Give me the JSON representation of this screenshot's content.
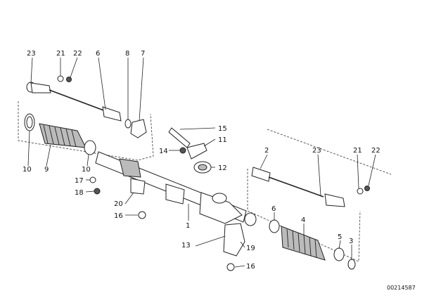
{
  "callouts": {
    "c23a": "23",
    "c21a": "21",
    "c22a": "22",
    "c8a": "8",
    "c6a": "6",
    "c7a": "7",
    "c10a": "10",
    "c9": "9",
    "c10b": "10",
    "c17": "17",
    "c18": "18",
    "c20": "20",
    "c16a": "16",
    "c15": "15",
    "c11": "11",
    "c14": "14",
    "c12": "12",
    "c2": "2",
    "c23b": "23",
    "c21b": "21",
    "c22b": "22",
    "c6b": "6",
    "c4": "4",
    "c5": "5",
    "c3": "3",
    "c1": "1",
    "c13": "13",
    "c19": "19",
    "c16b": "16"
  },
  "reference_number": "00214587"
}
